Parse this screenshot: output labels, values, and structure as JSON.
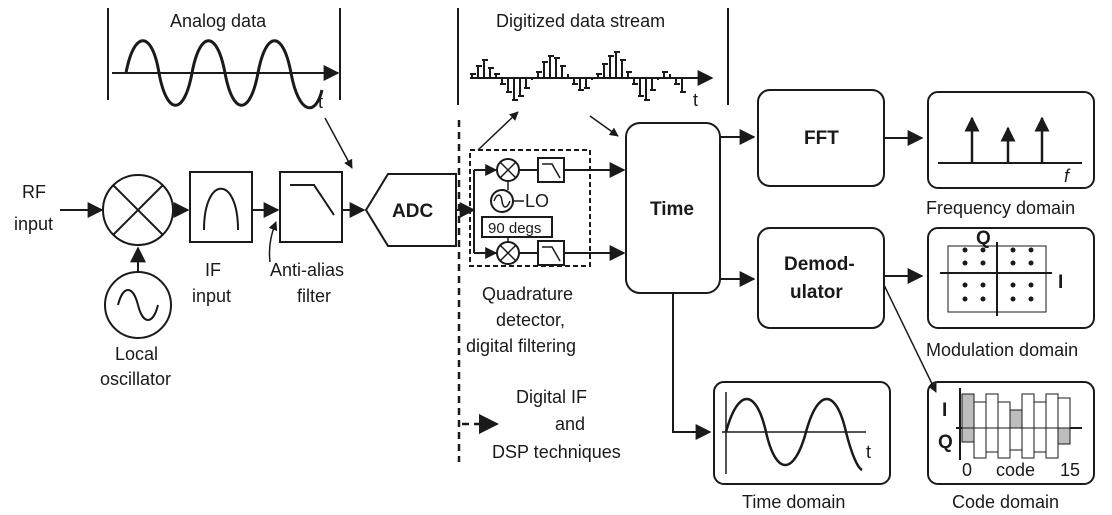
{
  "labels": {
    "rf_input": [
      "RF",
      "input"
    ],
    "local_oscillator": [
      "Local",
      "oscillator"
    ],
    "if_input": [
      "IF",
      "input"
    ],
    "anti_alias": [
      "Anti-alias",
      "filter"
    ],
    "adc": "ADC",
    "lo": "LO",
    "phase": "90 degs",
    "quadrature": [
      "Quadrature",
      "detector,",
      "digital filtering"
    ],
    "digital_if": [
      "Digital IF",
      "and",
      "DSP techniques"
    ],
    "time": "Time",
    "fft": "FFT",
    "demodulator": [
      "Demod-",
      "ulator"
    ],
    "analog_data": "Analog data",
    "digitized_stream": "Digitized data stream",
    "t_axis": "t",
    "f_axis": "f",
    "frequency_domain": "Frequency domain",
    "modulation_domain": "Modulation domain",
    "time_domain": "Time domain",
    "code_domain": "Code domain",
    "q_axis": "Q",
    "i_axis": "I",
    "code_start": "0",
    "code_label": "code",
    "code_end": "15"
  }
}
